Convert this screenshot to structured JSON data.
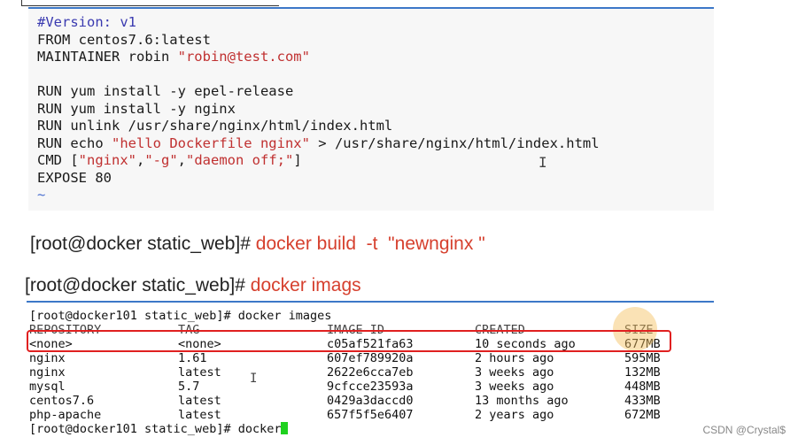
{
  "dockerfile": {
    "lines": [
      {
        "parts": [
          {
            "t": "#Version: v1",
            "c": "comment"
          }
        ]
      },
      {
        "parts": [
          {
            "t": "FROM centos7.6:latest",
            "c": ""
          }
        ]
      },
      {
        "parts": [
          {
            "t": "MAINTAINER robin ",
            "c": ""
          },
          {
            "t": "\"robin@test.com\"",
            "c": "str"
          }
        ]
      },
      {
        "parts": [
          {
            "t": " ",
            "c": ""
          }
        ]
      },
      {
        "parts": [
          {
            "t": "RUN yum install -y epel-release",
            "c": ""
          }
        ]
      },
      {
        "parts": [
          {
            "t": "RUN yum install -y nginx",
            "c": ""
          }
        ]
      },
      {
        "parts": [
          {
            "t": "RUN unlink /usr/share/nginx/html/index.html",
            "c": ""
          }
        ]
      },
      {
        "parts": [
          {
            "t": "RUN echo ",
            "c": ""
          },
          {
            "t": "\"hello Dockerfile nginx\"",
            "c": "str"
          },
          {
            "t": " > /usr/share/nginx/html/index.html",
            "c": ""
          }
        ]
      },
      {
        "parts": [
          {
            "t": "CMD [",
            "c": ""
          },
          {
            "t": "\"nginx\"",
            "c": "str"
          },
          {
            "t": ",",
            "c": ""
          },
          {
            "t": "\"-g\"",
            "c": "str"
          },
          {
            "t": ",",
            "c": ""
          },
          {
            "t": "\"daemon off;\"",
            "c": "str"
          },
          {
            "t": "]",
            "c": ""
          }
        ]
      },
      {
        "parts": [
          {
            "t": "EXPOSE 80",
            "c": ""
          }
        ]
      },
      {
        "parts": [
          {
            "t": "~",
            "c": "tilde"
          }
        ]
      }
    ]
  },
  "cmd_build": {
    "prompt": "[root@docker static_web]# ",
    "command": "docker build  -t  \"newnginx \""
  },
  "cmd_images": {
    "prompt": "[root@docker static_web]# ",
    "command": "docker imags"
  },
  "terminal": {
    "first_line": "[root@docker101 static_web]# docker images",
    "headers": [
      "REPOSITORY",
      "TAG",
      "IMAGE ID",
      "CREATED",
      "SIZE"
    ],
    "rows": [
      [
        "<none>",
        "<none>",
        "c05af521fa63",
        "10 seconds ago",
        "677MB"
      ],
      [
        "nginx",
        "1.61",
        "607ef789920a",
        "2 hours ago",
        "595MB"
      ],
      [
        "nginx",
        "latest",
        "2622e6cca7eb",
        "3 weeks ago",
        "132MB"
      ],
      [
        "mysql",
        "5.7",
        "9cfcce23593a",
        "3 weeks ago",
        "448MB"
      ],
      [
        "centos7.6",
        "latest",
        "0429a3daccd0",
        "13 months ago",
        "433MB"
      ],
      [
        "php-apache",
        "latest",
        "657f5f5e6407",
        "2 years ago",
        "672MB"
      ]
    ],
    "last_prompt": "[root@docker101 static_web]# docker"
  },
  "watermark": "CSDN @Crystal$",
  "ibeam": "I"
}
